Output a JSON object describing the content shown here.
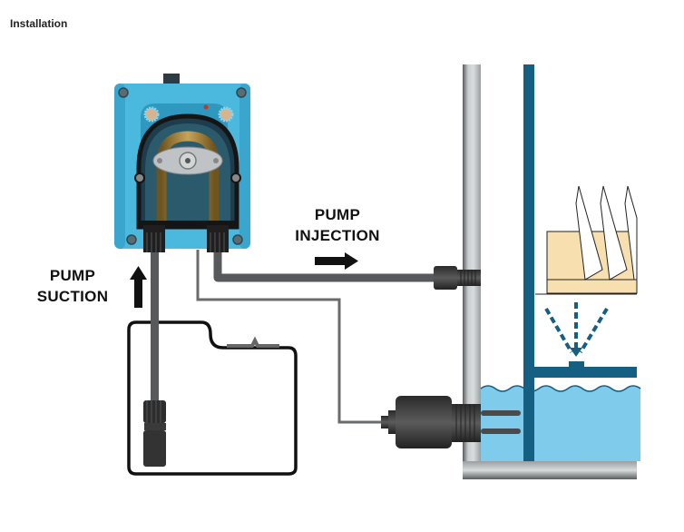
{
  "page": {
    "title": "Installation"
  },
  "diagram": {
    "labels": {
      "injection_line1": "PUMP",
      "injection_line2": "INJECTION",
      "suction_line1": "PUMP",
      "suction_line2": "SUCTION"
    },
    "colors": {
      "pump_body": "#4bb8de",
      "pump_dark": "#2a95bd",
      "tube_gold": "#a8833a",
      "hose_gray": "#58595b",
      "pipe_gray": "#b8bcbe",
      "tank_blue": "#155f82",
      "water": "#7fcbeb",
      "rack": "#f7dfb0"
    },
    "components": [
      "peristaltic-pump",
      "suction-hose",
      "foot-filter",
      "chemical-container",
      "injection-valve",
      "level-probe",
      "dishwasher-tank",
      "spray-nozzle",
      "dish-rack"
    ]
  }
}
